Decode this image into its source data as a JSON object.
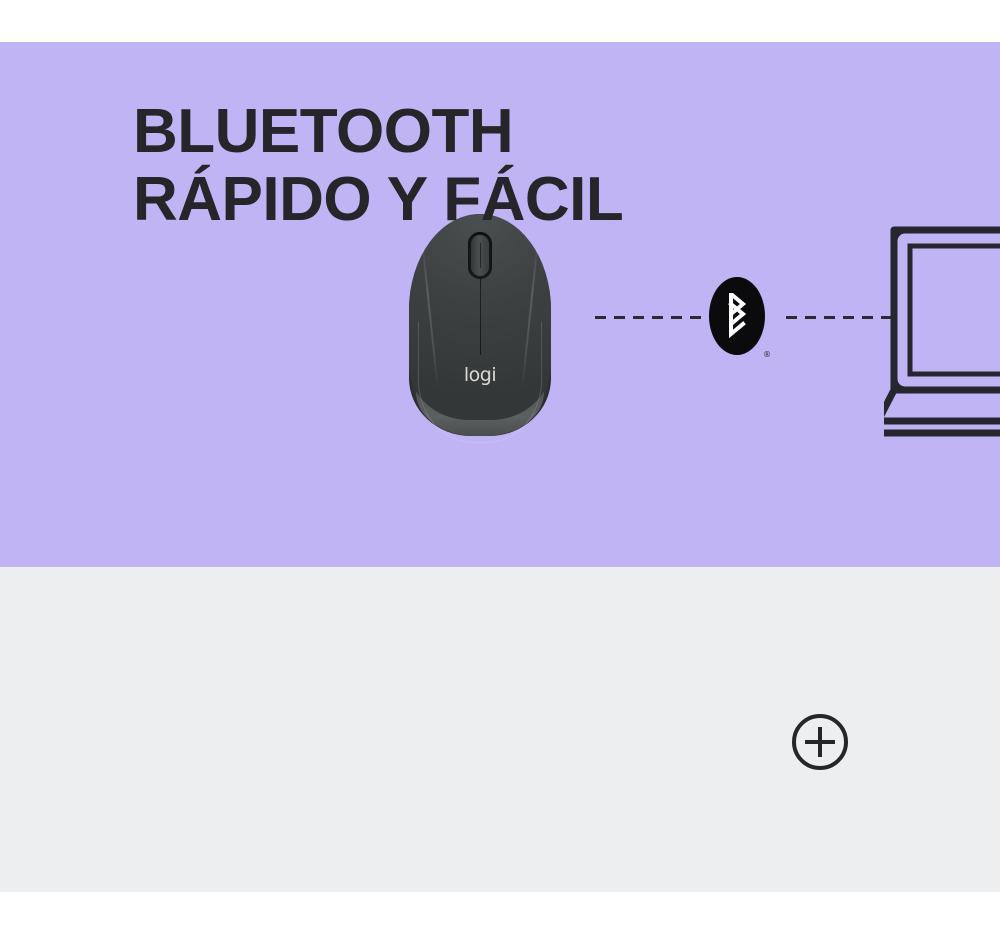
{
  "banner": {
    "headline_line1": "BLUETOOTH",
    "headline_line2": "RÁPIDO Y FÁCIL",
    "headline": "BLUETOOTH\nRÁPIDO Y FÁCIL",
    "background_color": "#edeef0",
    "text_color": "#26262a"
  },
  "hero": {
    "background_color": "#c1b4f4"
  },
  "device": {
    "brand_wordmark": "logi",
    "body_color": "#3c3f3f",
    "base_color": "#5c6060",
    "wordmark_color": "#d8d9d6"
  },
  "connection": {
    "badge_label": "Bluetooth",
    "badge_registered_mark": "®",
    "badge_background": "#0b0b0e",
    "badge_glyph_color": "#ffffff",
    "dash_color": "#2b2b33",
    "left_dash_label": "mouse-to-bluetooth",
    "right_dash_label": "bluetooth-to-laptop"
  },
  "laptop": {
    "outline_color": "#26262e"
  },
  "expand_control": {
    "label": "+",
    "accessible_name": "Expand details",
    "color": "#26262a"
  }
}
